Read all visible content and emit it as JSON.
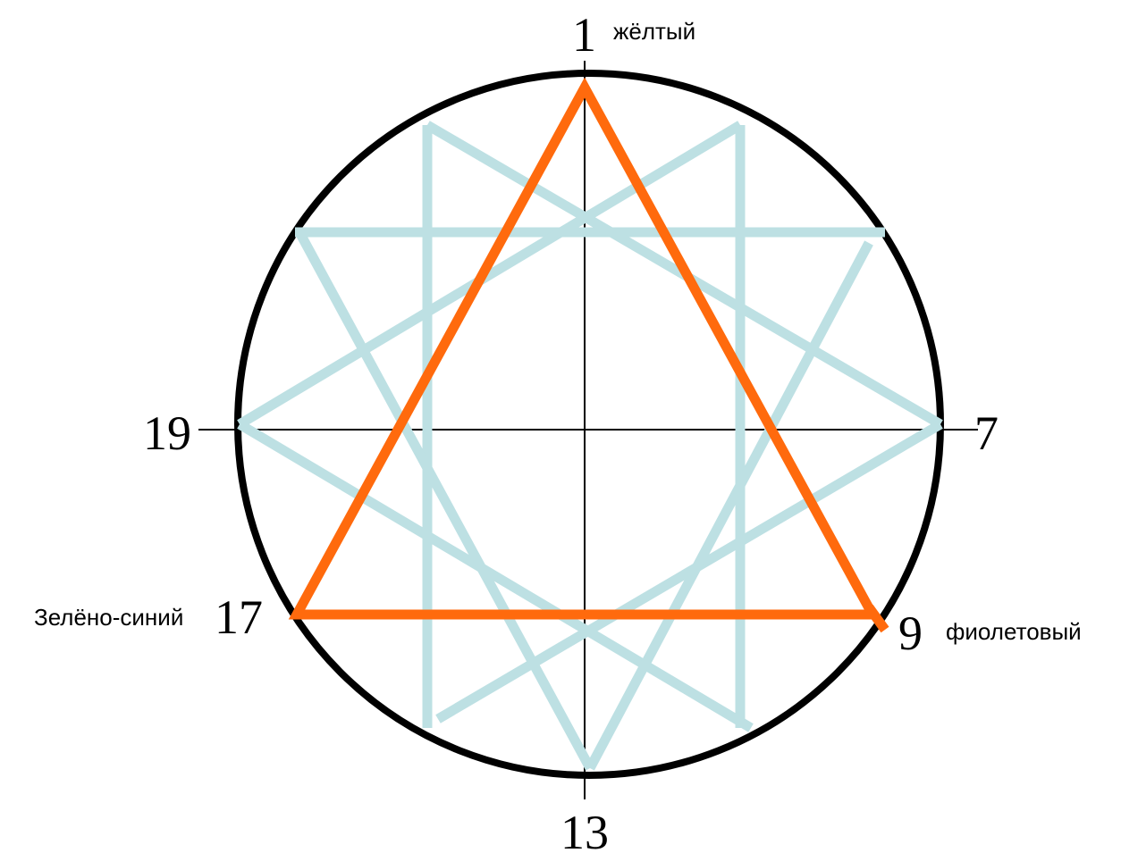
{
  "labels": {
    "n1": "1",
    "n7": "7",
    "n9": "9",
    "n13": "13",
    "n17": "17",
    "n19": "19",
    "yellow": "жёлтый",
    "violet": "фиолетовый",
    "teal": "Зелёно-синий"
  },
  "colors": {
    "circle": "#000000",
    "triangle": "#ff6a0d",
    "star": "#bde0e3",
    "axes": "#000000"
  }
}
